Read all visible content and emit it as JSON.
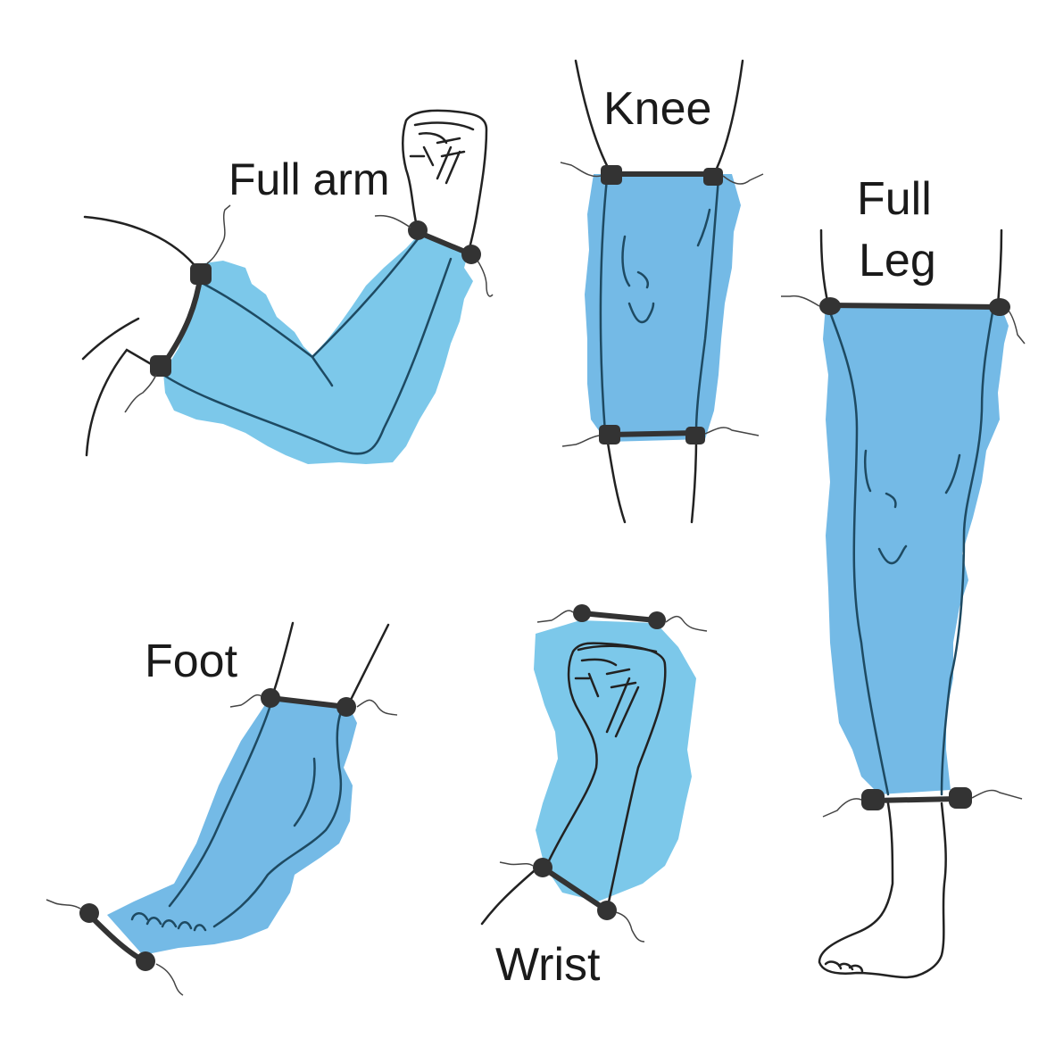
{
  "diagram": {
    "title": "",
    "colors": {
      "wrap_light": "#7cc8ea",
      "wrap_blue": "#74bae6",
      "outline": "#222222",
      "pad": "#333333"
    },
    "panels": [
      {
        "id": "full-arm",
        "label": "Full arm"
      },
      {
        "id": "knee",
        "label": "Knee"
      },
      {
        "id": "full-leg",
        "label_line1": "Full",
        "label_line2": "Leg"
      },
      {
        "id": "foot",
        "label": "Foot"
      },
      {
        "id": "wrist",
        "label": "Wrist"
      }
    ]
  }
}
